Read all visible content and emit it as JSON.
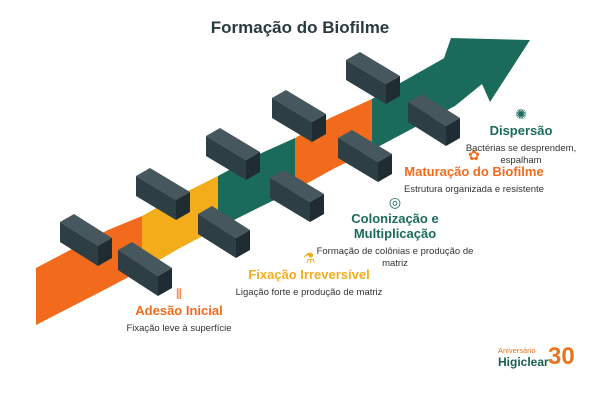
{
  "title": "Formação do Biofilme",
  "colors": {
    "orange": "#f26b1d",
    "yellow": "#f4ad1a",
    "teal": "#1a6b5b",
    "block": "#2d3e45",
    "title_text": "#2a3b40"
  },
  "stages": [
    {
      "title": "Adesão Inicial",
      "desc": "Fixação leve à superfície",
      "icon": "bacterium-icon",
      "color": "#f26b1d"
    },
    {
      "title": "Fixação Irreversível",
      "desc": "Ligação forte e produção de matriz",
      "icon": "vial-icon",
      "color": "#f4ad1a"
    },
    {
      "title": "Colonização e Multiplicação",
      "desc": "Formação de colônias e produção de matriz",
      "icon": "petri-dish-icon",
      "color": "#1a6b5b"
    },
    {
      "title": "Maturação do Biofilme",
      "desc": "Estrutura organizada e resistente",
      "icon": "cell-cluster-icon",
      "color": "#f26b1d"
    },
    {
      "title": "Dispersão",
      "desc": "Bactérias se desprendem, espalham",
      "icon": "virus-icon",
      "color": "#1a6b5b"
    }
  ],
  "logo": {
    "line1": "Aniversário",
    "line2": "Higiclear",
    "number": "30"
  }
}
